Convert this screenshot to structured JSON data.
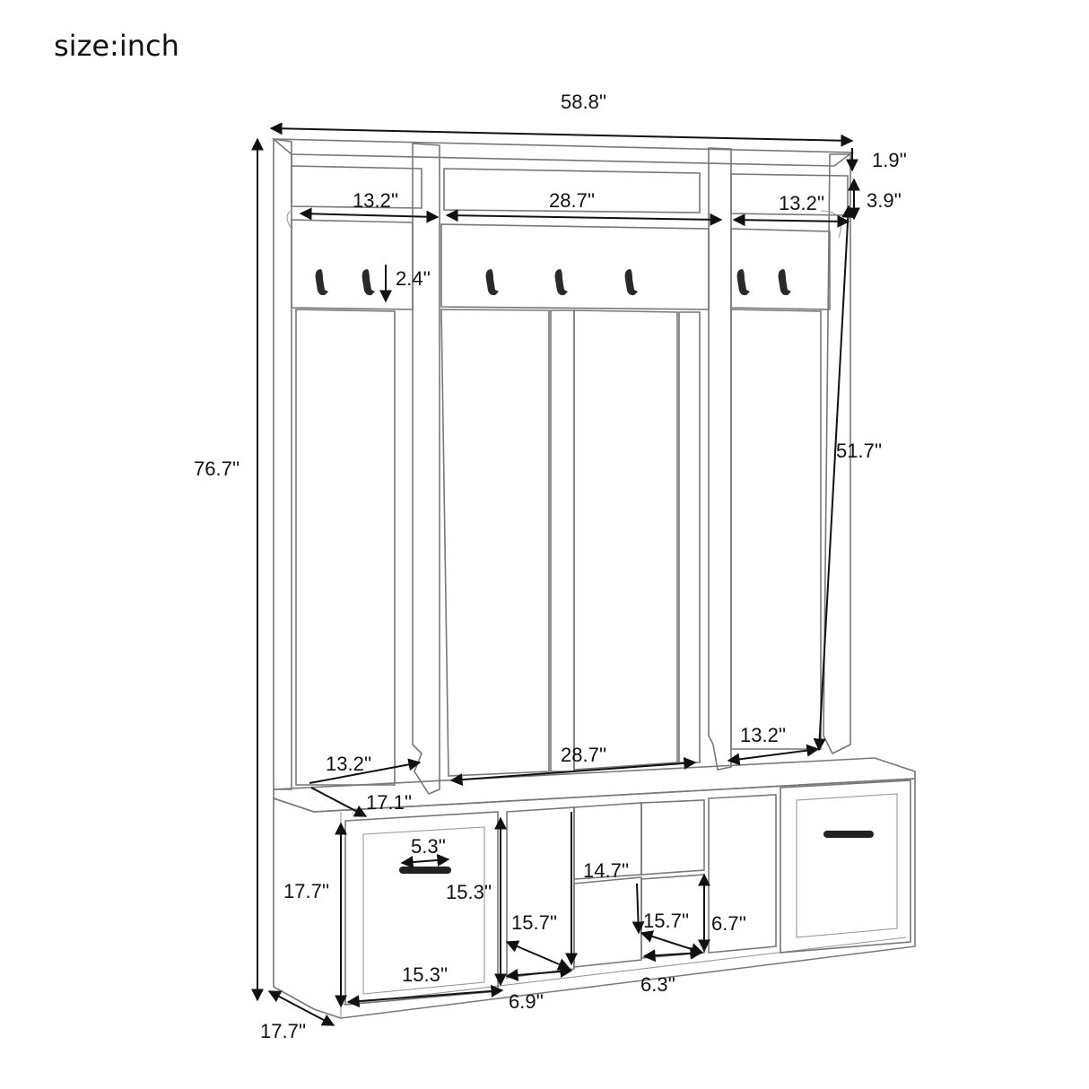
{
  "title": "size:inch",
  "dimensions": {
    "total_width": "58.8''",
    "top_cap": "1.9''",
    "top_board": "3.9''",
    "left_top_width": "13.2''",
    "center_top_width": "28.7''",
    "right_top_width": "13.2''",
    "hook_height": "2.4''",
    "total_height": "76.7''",
    "panel_height": "51.7''",
    "left_seat_width": "13.2''",
    "center_seat_width": "28.7''",
    "right_seat_width": "13.2''",
    "seat_depth": "17.1''",
    "handle_width": "5.3''",
    "cabinet_height": "17.7''",
    "drawer_height": "15.3''",
    "drawer_width": "15.3''",
    "cubby_depth_left": "15.7''",
    "cubby_width": "14.7''",
    "cubby_depth_right": "15.7''",
    "small_cubby_height": "6.7''",
    "cubby_width_left": "6.9''",
    "cubby_width_right": "6.3''",
    "bench_depth": "17.7''"
  }
}
